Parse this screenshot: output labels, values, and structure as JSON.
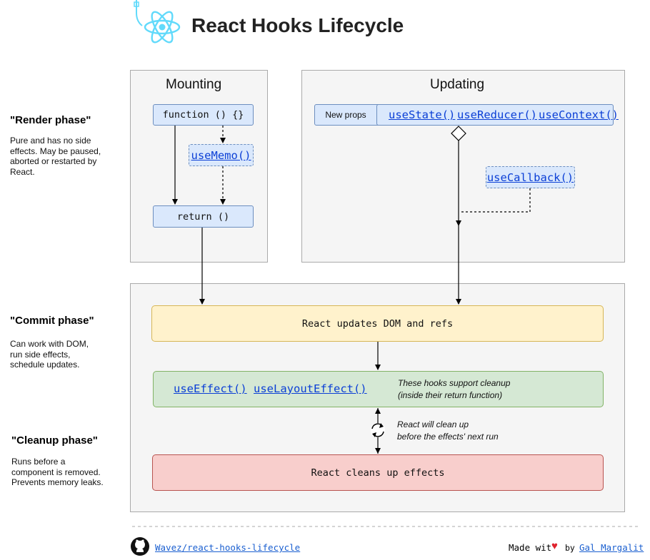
{
  "header": {
    "title": "React Hooks Lifecycle"
  },
  "phases": {
    "render": {
      "title": "\"Render phase\"",
      "description": "Pure and has no side effects. May be paused, aborted or restarted by React."
    },
    "commit": {
      "title": "\"Commit phase\"",
      "description": "Can work with DOM, run side effects, schedule updates."
    },
    "cleanup": {
      "title": "\"Cleanup phase\"",
      "description": "Runs before a component is removed. Prevents memory leaks."
    }
  },
  "mounting": {
    "title": "Mounting",
    "function_label": "function () {}",
    "use_memo": "useMemo()",
    "return_label": "return ()"
  },
  "updating": {
    "title": "Updating",
    "new_props": "New props",
    "use_state": "useState()",
    "use_reducer": "useReducer()",
    "use_context": "useContext()",
    "use_callback": "useCallback()"
  },
  "commit_box": {
    "dom_update": "React updates DOM and refs",
    "use_effect": "useEffect()",
    "use_layout_effect": "useLayoutEffect()",
    "cleanup_note_line1": "These hooks support cleanup",
    "cleanup_note_line2": "(inside their return function)",
    "rerun_note_line1": "React will clean up",
    "rerun_note_line2": "before the effects' next run",
    "cleans_up": "React cleans up effects"
  },
  "footer": {
    "repo_link": "Wavez/react-hooks-lifecycle",
    "made_with": "Made wit",
    "by": "by",
    "author_link": "Gal Margalit"
  },
  "colors": {
    "blue_fill": "#dae8fc",
    "blue_stroke": "#6c8ebf",
    "yellow_fill": "#fff2cc",
    "yellow_stroke": "#d6b656",
    "green_fill": "#d5e8d4",
    "green_stroke": "#82b366",
    "red_fill": "#f8cecc",
    "red_stroke": "#b85450",
    "react_cyan": "#61dafb",
    "heart": "#e0232e"
  },
  "icons": [
    "react-logo-icon",
    "github-icon",
    "refresh-cycle-icon",
    "heart-icon"
  ]
}
